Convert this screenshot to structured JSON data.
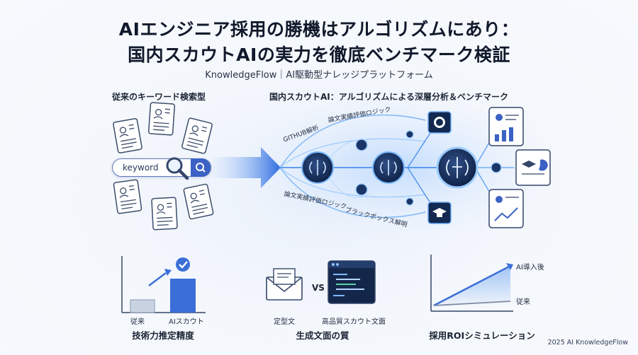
{
  "header": {
    "title_line1": "AIエンジニア採用の勝機はアルゴリズムにあり：",
    "title_line2": "国内スカウトAIの実力を徹底ベンチマーク検証",
    "subtitle": "KnowledgeFlow｜AI駆動型ナレッジプラットフォーム"
  },
  "left": {
    "label": "従来のキーワード検索型",
    "search_value": "keyword"
  },
  "right": {
    "label": "国内スカウトAI：アルゴリズムによる深層分析＆ベンチマーク",
    "flow_labels": {
      "github": "GITHUB解析",
      "paper_top": "論文実績評価ロジック",
      "paper_bottom": "論文実績評価ロジック",
      "blackbox": "ブラックボックス解明"
    }
  },
  "bottom": {
    "accuracy": {
      "title": "技術力推定精度",
      "bar_labels": [
        "従来",
        "AIスカウト"
      ]
    },
    "quality": {
      "title": "生成文面の質",
      "left_label": "定型文",
      "vs": "VS",
      "right_label": "高品質スカウト文面"
    },
    "roi": {
      "title": "採用ROIシミュレーション",
      "line_high": "AI導入後",
      "line_low": "従来"
    }
  },
  "footer": {
    "copyright": "2025 AI KnowledgeFlow"
  },
  "colors": {
    "accent": "#2f6ee0",
    "glow": "#7ab8ff",
    "dark_node": "#132a52",
    "ink": "#10192b"
  }
}
